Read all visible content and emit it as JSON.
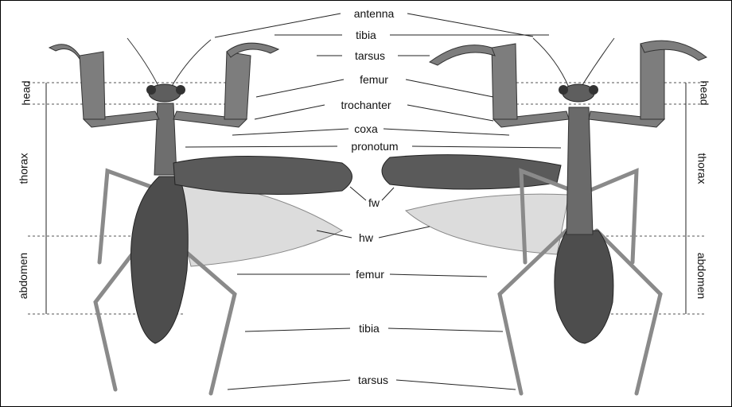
{
  "labels": {
    "antenna": "antenna",
    "tibia_top": "tibia",
    "tarsus_top": "tarsus",
    "femur_top": "femur",
    "trochanter": "trochanter",
    "coxa": "coxa",
    "pronotum": "pronotum",
    "fw": "fw",
    "hw": "hw",
    "femur_mid": "femur",
    "tibia_mid": "tibia",
    "tarsus_bottom": "tarsus"
  },
  "body_regions": {
    "head": "head",
    "thorax": "thorax",
    "abdomen": "abdomen"
  },
  "colors": {
    "body_dark": "#4a4a4a",
    "body_mid": "#7a7a7a",
    "wing_light": "#d8d8d8",
    "line": "#222222"
  }
}
